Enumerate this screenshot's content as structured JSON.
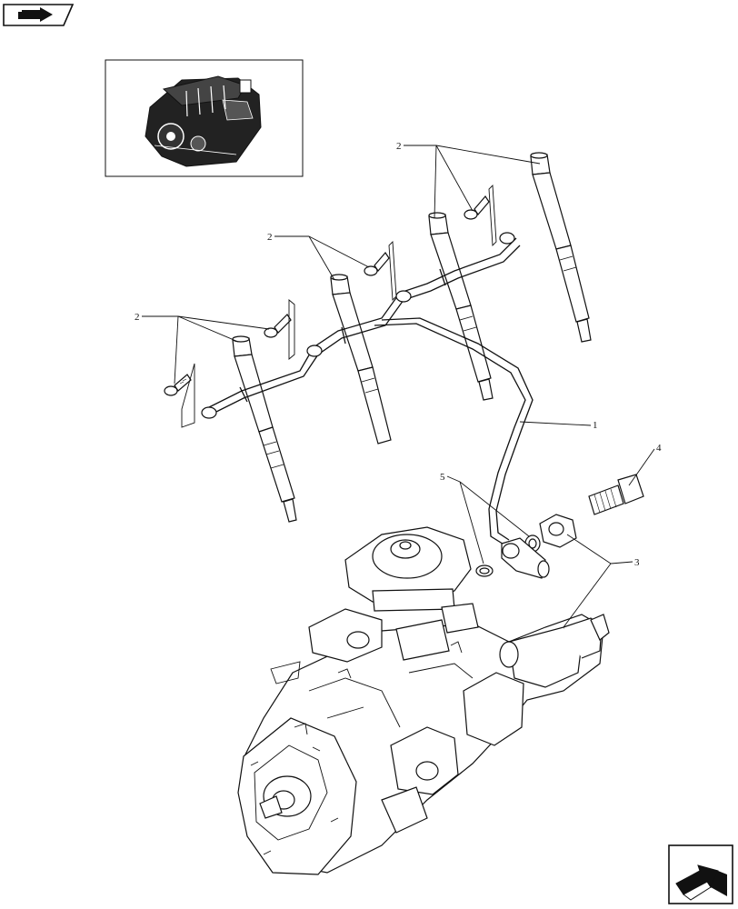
{
  "colors": {
    "line": "#111111",
    "background": "#ffffff",
    "fill_dark": "#222222"
  },
  "icons": {
    "top_left": "book-arrow-icon",
    "engine_thumbnail": "engine-icon",
    "bottom_right": "next-page-arrow-icon"
  },
  "callouts": {
    "c1": "1",
    "c2a": "2",
    "c2b": "2",
    "c2c": "2",
    "c3": "3",
    "c4": "4",
    "c5": "5"
  }
}
